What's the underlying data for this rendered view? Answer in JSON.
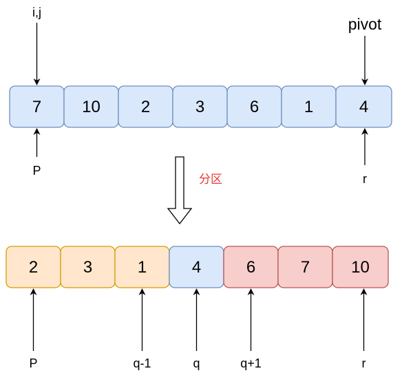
{
  "colors": {
    "blue_fill": "#dae8fc",
    "blue_stroke": "#6c8ebf",
    "orange_fill": "#ffe6cc",
    "orange_stroke": "#d79b00",
    "red_fill": "#f8cecc",
    "red_stroke": "#b85450",
    "partition_label": "#e53935"
  },
  "top_array": {
    "values": [
      "7",
      "10",
      "2",
      "3",
      "6",
      "1",
      "4"
    ],
    "label_ij": "i,j",
    "label_pivot": "pivot",
    "label_p": "P",
    "label_r": "r"
  },
  "partition_label": "分区",
  "bottom_array": {
    "cells": [
      {
        "value": "2",
        "group": "orange"
      },
      {
        "value": "3",
        "group": "orange"
      },
      {
        "value": "1",
        "group": "orange"
      },
      {
        "value": "4",
        "group": "blue"
      },
      {
        "value": "6",
        "group": "red"
      },
      {
        "value": "7",
        "group": "red"
      },
      {
        "value": "10",
        "group": "red"
      }
    ],
    "labels": {
      "p": "P",
      "q_minus_1": "q-1",
      "q": "q",
      "q_plus_1": "q+1",
      "r": "r"
    }
  }
}
